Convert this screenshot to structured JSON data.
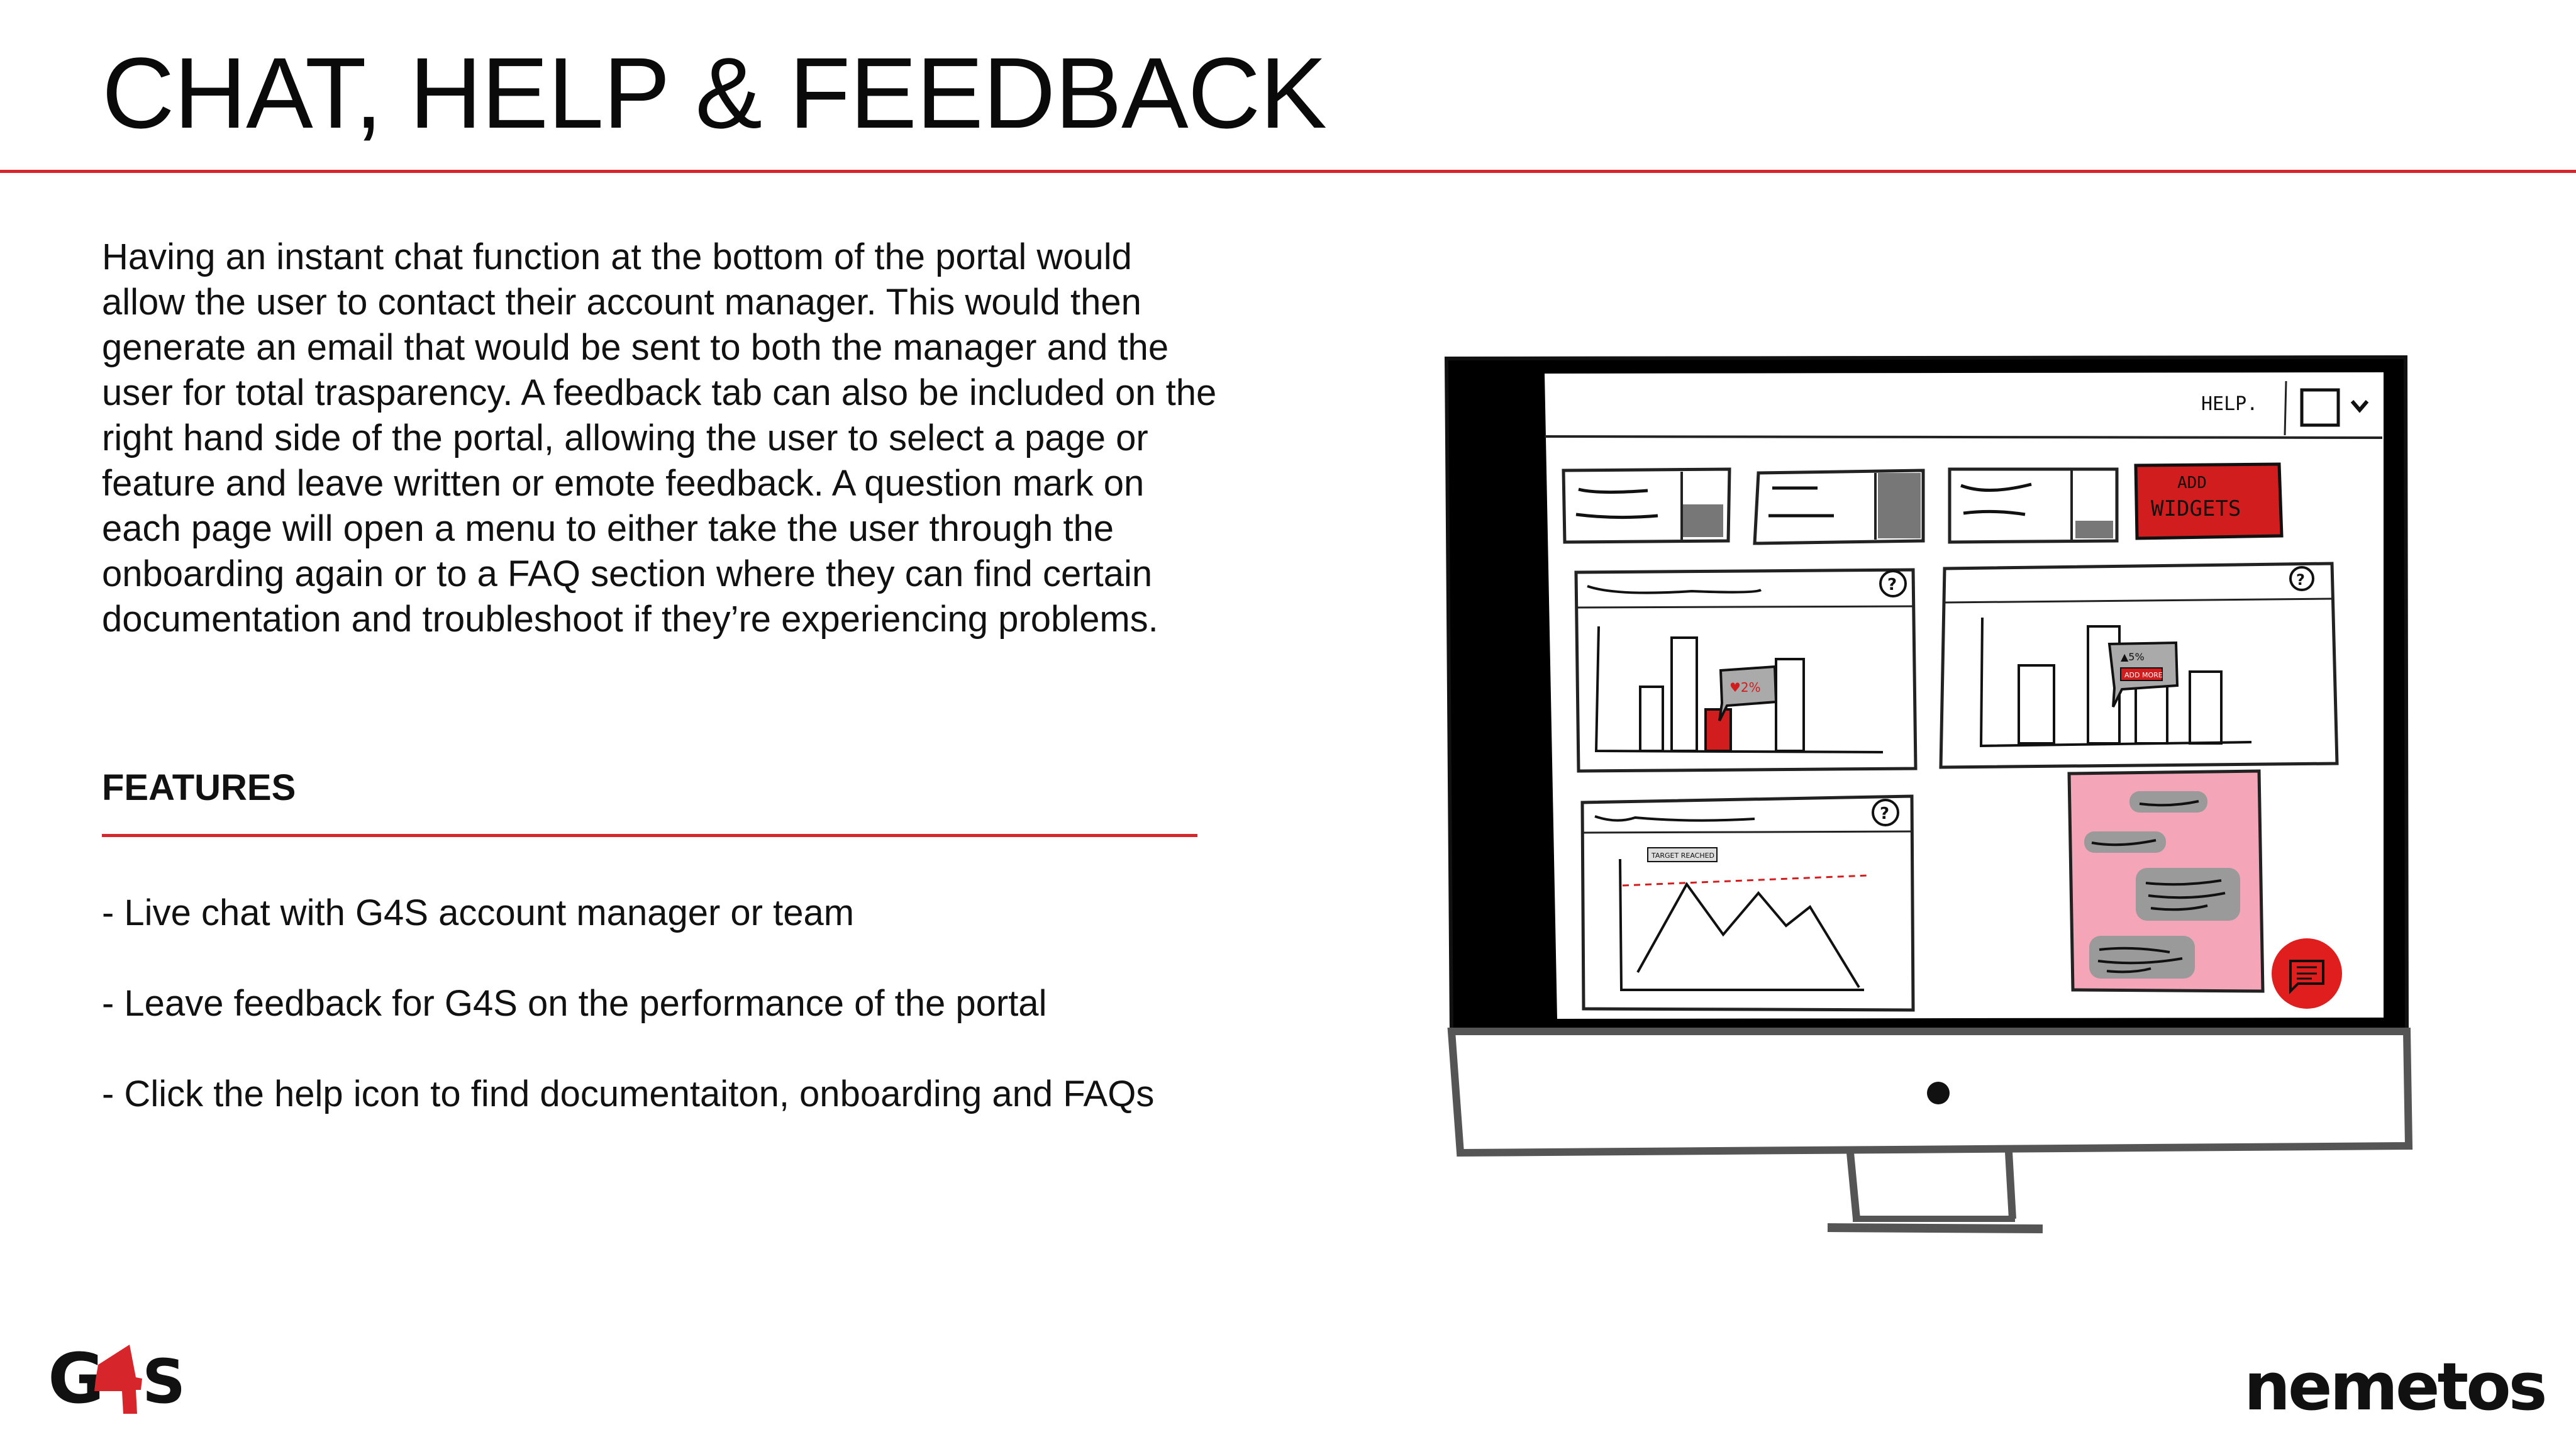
{
  "slide": {
    "title": "CHAT, HELP & FEEDBACK",
    "body": "Having an instant chat function at the bottom of the portal would allow the user to contact their account manager. This would then generate an email that would be sent to both the manager and the user for total trasparency. A feedback tab can also be included on the right hand side of the portal, allowing the user to select a page or feature and leave written or emote feedback. A question mark on each page will open a menu to either take the user through the onboarding again or to a FAQ section where they can find certain documentation and troubleshoot if they’re experiencing problems.",
    "features_heading": "FEATURES",
    "features": [
      "-  Live chat with G4S account manager or team",
      "- Leave feedback for G4S on the performance of the portal",
      "- Click the help icon to find documentaiton, onboarding and FAQs"
    ]
  },
  "sketch": {
    "help_label": "HELP.",
    "add_widgets_line1": "ADD",
    "add_widgets_line2": "WIDGETS",
    "tooltip_1": "♥2%",
    "tooltip_2": "▲5%",
    "tooltip_2_button": "ADD MORE",
    "target_label": "TARGET REACHED"
  },
  "logos": {
    "left": "G4S",
    "right": "nemetos"
  },
  "colors": {
    "accent_red": "#d7262b",
    "chat_pink": "#f4a6b8",
    "text": "#111111"
  },
  "icons": [
    "question-icon",
    "chat-bubble-icon",
    "dropdown-chevron-icon"
  ]
}
